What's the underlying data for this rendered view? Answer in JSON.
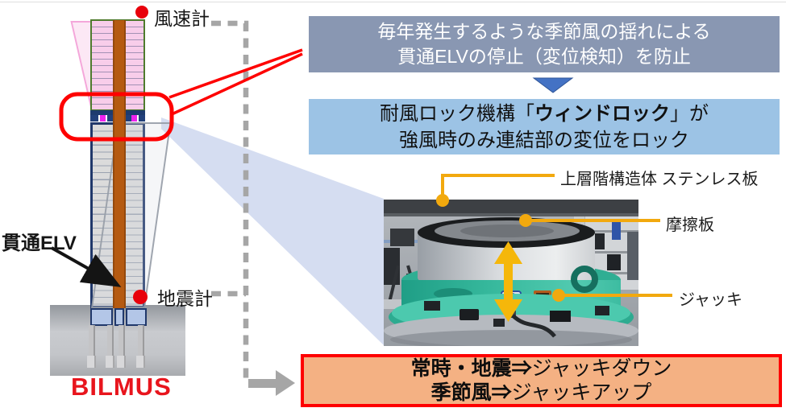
{
  "slide": {
    "building": {
      "anemometer_label": "風速計",
      "seismometer_label": "地震計",
      "through_elevator_label": "貫通ELV",
      "system_name": "BILMUS"
    },
    "flow": {
      "problem_box": {
        "line1": "毎年発生するような季節風の揺れによる",
        "line2": "貫通ELVの停止（変位検知）を防止"
      },
      "solution_box": {
        "line1_pre": "耐風ロック機構「",
        "line1_bold": "ウィンドロック",
        "line1_post": "」が",
        "line2": "強風時のみ連結部の変位をロック"
      },
      "action_box": {
        "line1_bold": "常時・地震⇒",
        "line1_rest": "ジャッキダウン",
        "line2_bold": "季節風⇒",
        "line2_rest": "ジャッキアップ"
      }
    },
    "photo_callouts": {
      "upper_structure": "上層階構造体 ステンレス板",
      "friction_plate": "摩擦板",
      "jack": "ジャッキ"
    },
    "colors": {
      "problem_box_bg": "#8997b2",
      "problem_box_text": "#ffffff",
      "solution_box_bg": "#9cc3e5",
      "action_box_bg": "#f4b183",
      "action_box_border": "#fe0000",
      "highlight_red": "#fe0000",
      "flow_arrow_blue": "#4472c4",
      "callout_gold": "#f2a90e",
      "dashed_path_gray": "#a6a6a6",
      "bilmus_red": "#e8151d",
      "sensor_dot_red": "#e8000b",
      "elevator_shaft_brown": "#b55a11",
      "jack_teal": "#2fb49b"
    }
  }
}
